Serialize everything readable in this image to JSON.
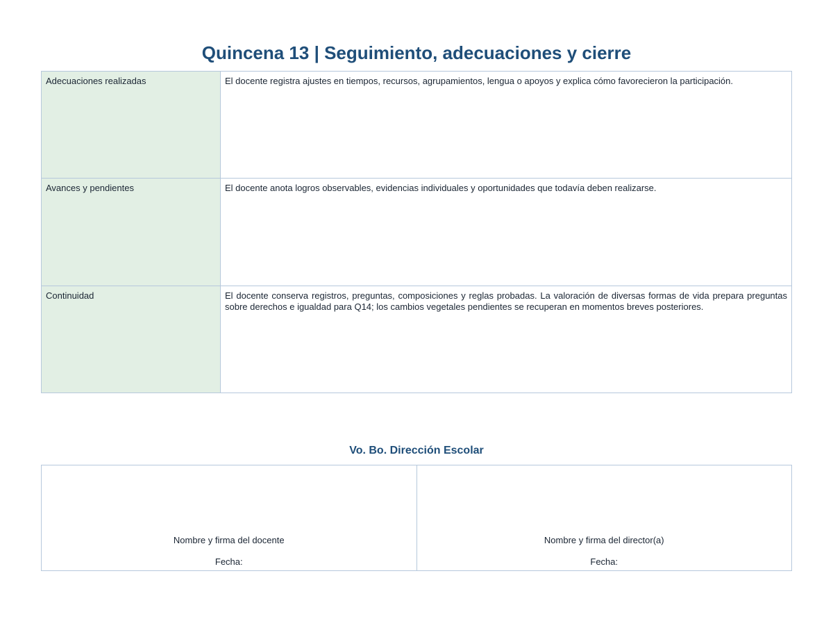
{
  "title": "Quincena 13 | Seguimiento, adecuaciones y cierre",
  "rows": [
    {
      "label": "Adecuaciones realizadas",
      "content": "El docente registra ajustes en tiempos, recursos, agrupamientos, lengua o apoyos y explica cómo favorecieron la participación."
    },
    {
      "label": "Avances y pendientes",
      "content": "El docente anota logros observables, evidencias individuales y oportunidades que todavía deben realizarse."
    },
    {
      "label": "Continuidad",
      "content": "El docente conserva registros, preguntas, composiciones y reglas probadas. La valoración de diversas formas de vida prepara preguntas sobre derechos e igualdad para Q14; los cambios vegetales pendientes se recuperan en momentos breves posteriores."
    }
  ],
  "approval": {
    "title": "Vo. Bo. Dirección Escolar",
    "teacher_signature": "Nombre y firma del docente",
    "director_signature": "Nombre y firma del director(a)",
    "date_label": "Fecha:"
  },
  "colors": {
    "title": "#1f4e79",
    "label_bg": "#e2efe4",
    "border": "#b6c8dc"
  }
}
